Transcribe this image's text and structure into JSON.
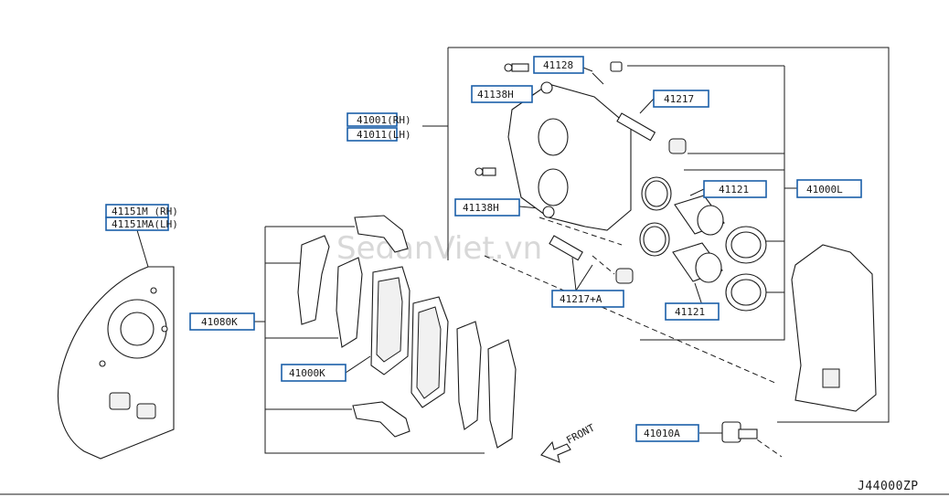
{
  "watermark": "SedanViet.vn",
  "diagram_code": "J44000ZP",
  "front_label": "FRONT",
  "callouts": {
    "c41128": "41128",
    "c41138h_top": "41138H",
    "c41217": "41217",
    "c41001": "41001(RH)",
    "c41011": "41011(LH)",
    "c41138h_bottom": "41138H",
    "c41121_top": "41121",
    "c41000l": "41000L",
    "c41151m": "41151M (RH)",
    "c41151ma": "41151MA(LH)",
    "c41080k": "41080K",
    "c41217a": "41217+A",
    "c41121_bottom": "41121",
    "c41000k": "41000K",
    "c41010a": "41010A"
  }
}
